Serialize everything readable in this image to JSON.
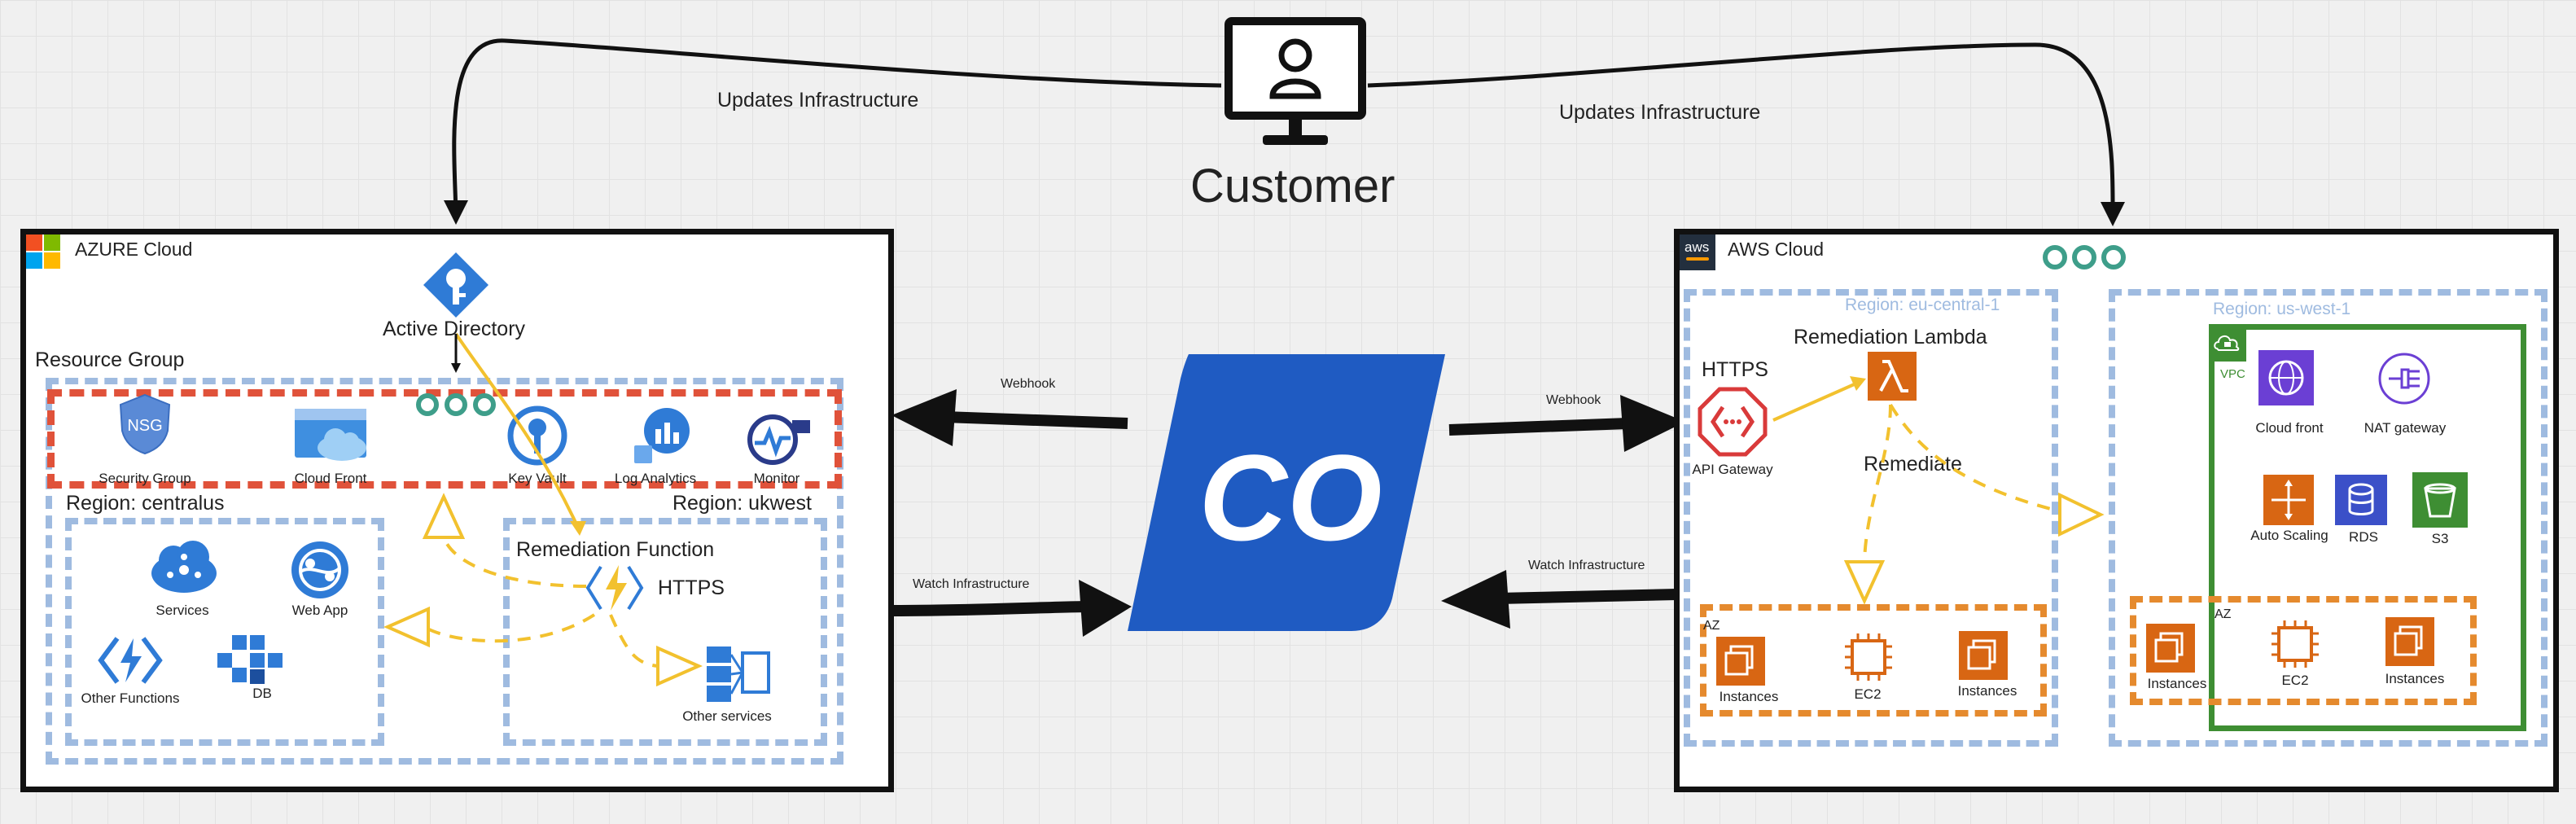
{
  "customer": {
    "label": "Customer"
  },
  "top_edges": {
    "left": "Updates Infrastructure",
    "right": "Updates Infrastructure"
  },
  "azure": {
    "title": "AZURE Cloud",
    "active_directory": "Active Directory",
    "resource_group": "Resource Group",
    "items": {
      "nsg_badge": "NSG",
      "security_group": "Security Group",
      "cloud_front": "Cloud Front",
      "key_vault": "Key Vault",
      "log_analytics": "Log Analytics",
      "monitor": "Monitor",
      "services": "Services",
      "web_app": "Web App",
      "other_functions": "Other Functions",
      "db": "DB",
      "other_services": "Other services"
    },
    "region_centralus": "Region: centralus",
    "region_ukwest": "Region: ukwest",
    "remediation_function": "Remediation Function",
    "https": "HTTPS"
  },
  "center": {
    "logo": "CO",
    "webhook_left": "Webhook",
    "webhook_right": "Webhook",
    "watch_left": "Watch Infrastructure",
    "watch_right": "Watch Infrastructure"
  },
  "aws": {
    "title": "AWS Cloud",
    "logo_text": "aws",
    "region_eu": "Region: eu-central-1",
    "region_us": "Region: us-west-1",
    "https": "HTTPS",
    "remediation_lambda": "Remediation Lambda",
    "api_gateway": "API Gateway",
    "remediate": "Remediate",
    "vpc": "VPC",
    "cloud_front": "Cloud front",
    "nat_gateway": "NAT gateway",
    "auto_scaling": "Auto Scaling",
    "rds": "RDS",
    "s3": "S3",
    "az_eu": "AZ",
    "az_us": "AZ",
    "eu_instances_1": "Instances",
    "eu_ec2": "EC2",
    "eu_instances_2": "Instances",
    "us_instances_1": "Instances",
    "us_ec2": "EC2",
    "us_instances_2": "Instances"
  },
  "colors": {
    "azure_blue": "#2f7bd6",
    "aws_orange": "#d86613",
    "aws_purple": "#6b3fd4",
    "aws_green": "#3e8e33",
    "aws_red": "#d93a3a",
    "co_blue": "#1f5bc2",
    "flow_yellow": "#f2c12e",
    "teal": "#3e9e8a"
  }
}
